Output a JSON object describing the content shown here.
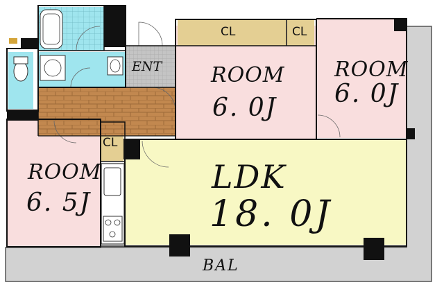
{
  "rooms": {
    "room1": {
      "name": "ROOM",
      "size": "6. 0J"
    },
    "room2": {
      "name": "ROOM",
      "size": "6. 0J"
    },
    "room3": {
      "name": "ROOM",
      "size": "6. 5J"
    },
    "ldk": {
      "name": "LDK",
      "size": "18. 0J"
    }
  },
  "closets": {
    "cl1": "CL",
    "cl2": "CL",
    "cl3": "CL"
  },
  "entrance": "ENT",
  "balcony": "BAL",
  "colors": {
    "room_pink": "#f9dede",
    "ldk_yellow": "#f8f8c4",
    "closet_tan": "#e4cf93",
    "wet_blue": "#9fe5ee",
    "floor_wood": "#c2884f",
    "entrance_grey": "#c4c4c4",
    "balcony_grey": "#d2d2d2",
    "wall": "#111111"
  }
}
